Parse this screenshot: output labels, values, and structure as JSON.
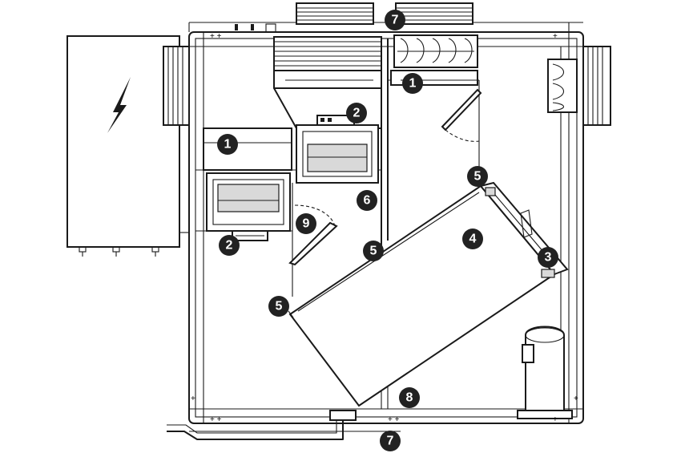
{
  "callouts": [
    {
      "id": "c7-top",
      "label": "7"
    },
    {
      "id": "c1-right",
      "label": "1"
    },
    {
      "id": "c2-top",
      "label": "2"
    },
    {
      "id": "c1-left",
      "label": "1"
    },
    {
      "id": "c5-top",
      "label": "5"
    },
    {
      "id": "c6",
      "label": "6"
    },
    {
      "id": "c9",
      "label": "9"
    },
    {
      "id": "c4",
      "label": "4"
    },
    {
      "id": "c2-bottom",
      "label": "2"
    },
    {
      "id": "c5-mid",
      "label": "5"
    },
    {
      "id": "c3",
      "label": "3"
    },
    {
      "id": "c5-left",
      "label": "5"
    },
    {
      "id": "c8",
      "label": "8"
    },
    {
      "id": "c7-bottom",
      "label": "7"
    }
  ],
  "icons": {
    "electrical": "lightning-bolt-icon"
  }
}
